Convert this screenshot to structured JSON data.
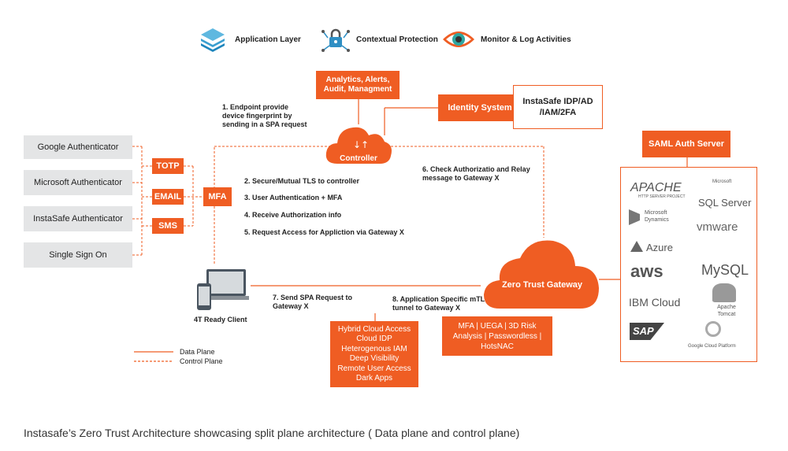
{
  "legend_top": {
    "application_layer": "Application Layer",
    "contextual_protection": "Contextual Protection",
    "monitor_log": "Monitor & Log Activities"
  },
  "authenticators": [
    "Google Authenticator",
    "Microsoft Authenticator",
    "InstaSafe Authenticator",
    "Single Sign On"
  ],
  "factors": [
    "TOTP",
    "EMAIL",
    "SMS"
  ],
  "mfa_label": "MFA",
  "analytics_box": "Analytics, Alerts, Audit, Managment",
  "identity_system": "Identity System",
  "idp_box": "InstaSafe IDP/AD /IAM/2FA",
  "controller": "Controller",
  "saml_server": "SAML Auth Server",
  "zero_trust_gateway": "Zero Trust Gateway",
  "client_label": "4T Ready Client",
  "steps": {
    "s1": "1. Endpoint provide device fingerprint by sending in a SPA request",
    "s2": "2. Secure/Mutual TLS to controller",
    "s3": "3. User Authentication + MFA",
    "s4": "4. Receive Authorization info",
    "s5": "5. Request Access for Appliction via Gateway X",
    "s6": "6. Check Authorizatio and Relay message to Gateway X",
    "s7": "7.  Send SPA Request to Gateway X",
    "s8": "8.  Application Specific mTLS tunnel to Gateway X"
  },
  "features_box": [
    "Hybrid Cloud Access",
    "Cloud IDP",
    "Heterogenous IAM",
    "Deep Visibility",
    "Remote User Access",
    "Dark Apps"
  ],
  "mfa_features_box": "MFA | UEGA | 3D Risk Analysis | Passwordless | HotsNAC",
  "plane_legend": {
    "data_plane": "Data Plane",
    "control_plane": "Control Plane"
  },
  "logos": {
    "apache": "APACHE",
    "apache_sub": "HTTP SERVER PROJECT",
    "sqlserver": "SQL Server",
    "sqlserver_sub": "Microsoft",
    "dynamics": "Microsoft Dynamics",
    "vmware": "vmware",
    "azure": "Azure",
    "aws": "aws",
    "mysql": "MySQL",
    "ibmcloud": "IBM Cloud",
    "tomcat": "Apache Tomcat",
    "sap": "SAP",
    "gcp": "Google Cloud Platform"
  },
  "caption": "Instasafe’s Zero Trust Architecture showcasing split plane architecture ( Data plane and control plane)",
  "colors": {
    "accent": "#ef5d23",
    "gray": "#e4e5e6"
  }
}
